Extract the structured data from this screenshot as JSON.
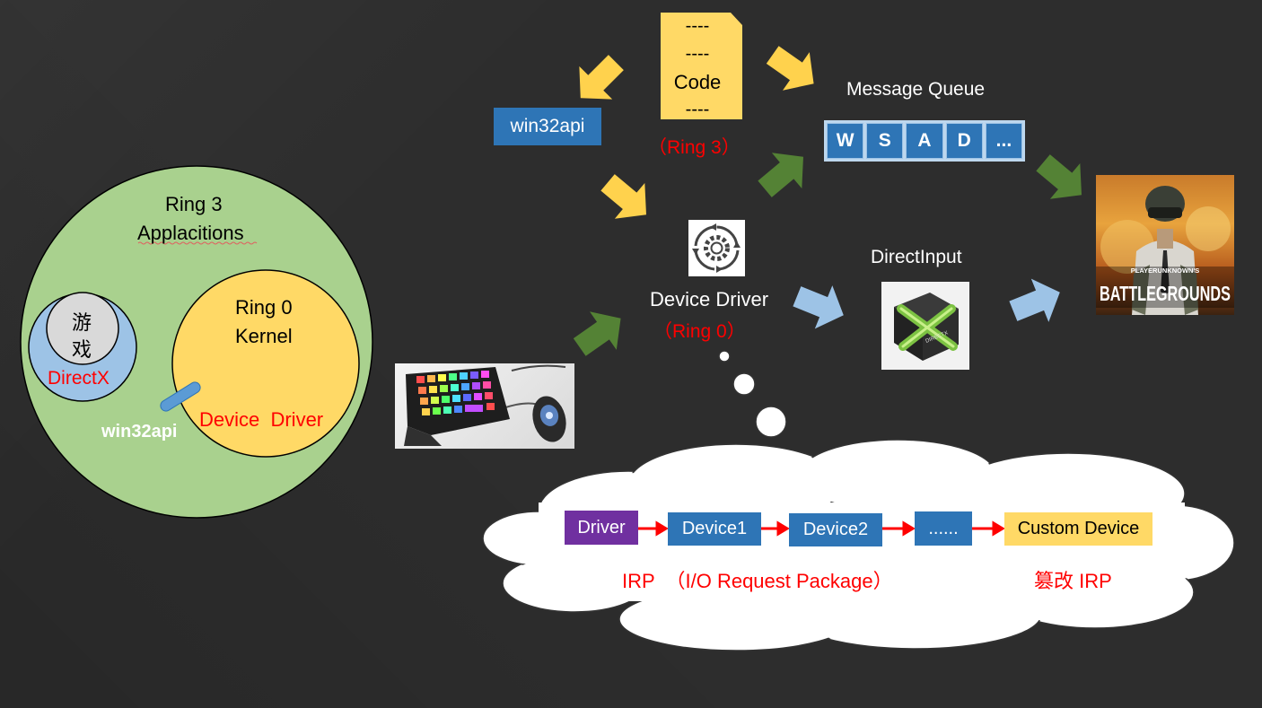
{
  "left_diagram": {
    "ring3_line1": "Ring 3",
    "ring3_line2": "Applacitions",
    "ring0_line1": "Ring 0",
    "ring0_line2": "Kernel",
    "game_line1": "游",
    "game_line2": "戏",
    "directx_label": "DirectX",
    "win32api_label": "win32api",
    "device_driver_label": "Device  Driver"
  },
  "code_doc": {
    "lines": [
      "----",
      "----",
      "Code",
      "----"
    ],
    "ring_label": "（Ring 3）"
  },
  "win32api_box": "win32api",
  "message_queue": {
    "title": "Message Queue",
    "keys": [
      "W",
      "S",
      "A",
      "D",
      "..."
    ]
  },
  "device_driver": {
    "title": "Device Driver",
    "ring_label": "（Ring 0）"
  },
  "directinput": {
    "title": "DirectInput",
    "logo_text": "DIRECTX"
  },
  "game_cover": {
    "line1": "PLAYERUNKNOWN'S",
    "line2": "BATTLEGROUNDS"
  },
  "irp_chain": {
    "nodes": [
      "Driver",
      "Device1",
      "Device2",
      "......",
      "Custom Device"
    ],
    "caption": "IRP  （I/O Request Package）",
    "tamper_caption": "篡改 IRP"
  },
  "colors": {
    "yellow_arrow": "#ffd24d",
    "green_arrow": "#548235",
    "blue_arrow": "#9dc3e6",
    "outer_circle": "#a9d18e",
    "kernel_circle": "#ffd966",
    "game_circle": "#9dc3e6",
    "blue_box": "#2e75b6",
    "purple_box": "#7030a0",
    "custom_box": "#ffd966",
    "red_text": "#ff0000"
  }
}
